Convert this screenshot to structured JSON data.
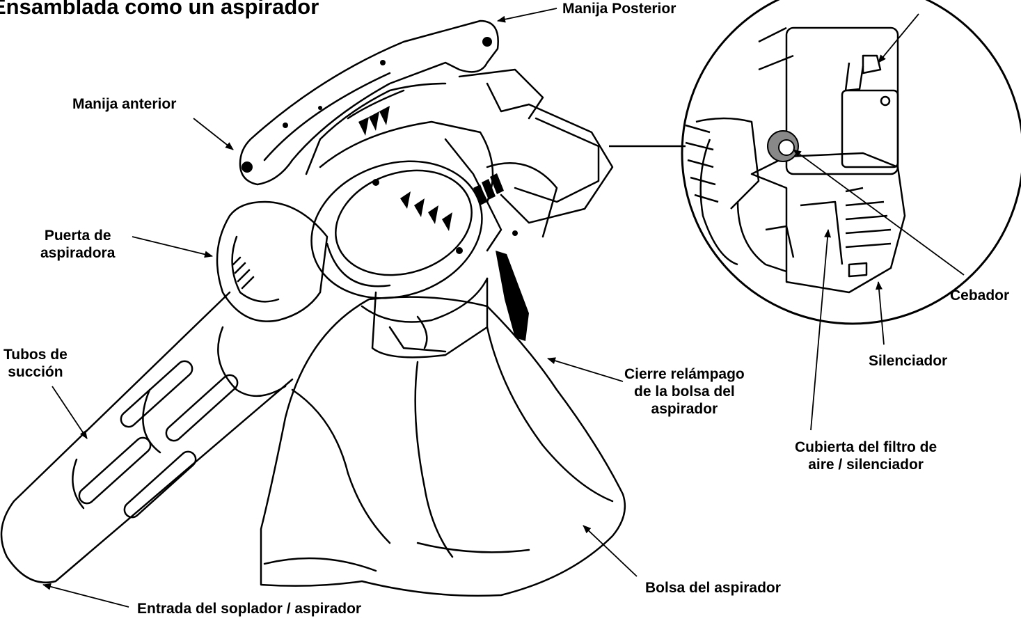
{
  "title": "Ensamblada como un aspirador",
  "labels": {
    "rear_handle": "Manija Posterior",
    "front_handle": "Manija anterior",
    "vacuum_door": [
      "Puerta de",
      "aspiradora"
    ],
    "suction_tubes": [
      "Tubos de",
      "succión"
    ],
    "inlet": "Entrada del soplador / aspirador",
    "zipper": [
      "Cierre relámpago",
      "de la bolsa del",
      "aspirador"
    ],
    "bag": "Bolsa del aspirador",
    "primer": "Cebador",
    "muffler": "Silenciador",
    "filter_cover": [
      "Cubierta del filtro de",
      "aire / silenciador"
    ]
  }
}
